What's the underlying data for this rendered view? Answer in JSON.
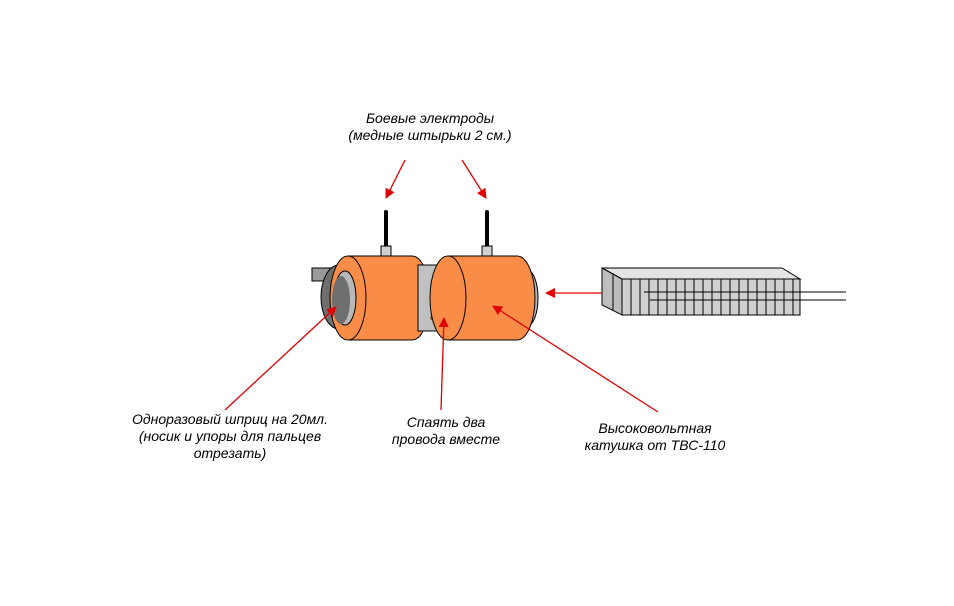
{
  "labels": {
    "electrodes": {
      "line1": "Боевые электроды",
      "line2": "(медные штырьки 2 см.)"
    },
    "syringe": {
      "line1": "Одноразовый шприц на 20мл.",
      "line2": "(носик и упоры для пальцев",
      "line3": "отрезать)"
    },
    "solder": {
      "line1": "Спаять два",
      "line2": "провода вместе"
    },
    "coil": {
      "line1": "Высоковольтная",
      "line2": "катушка от ТВС-110"
    }
  },
  "colors": {
    "coil_orange": "#F98C47",
    "arrow_red": "#E00000",
    "syringe_gray": "#B8B8B8",
    "source_gray": "#D0D0D0"
  }
}
